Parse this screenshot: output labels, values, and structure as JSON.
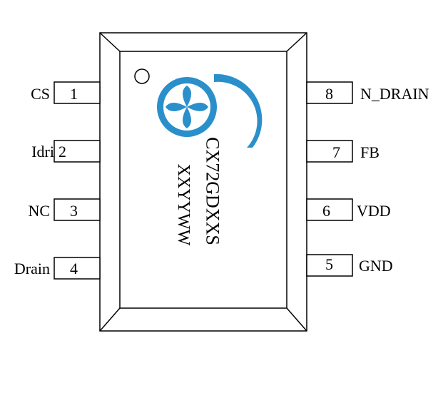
{
  "chip": {
    "part_number": "CX72GDXXS",
    "date_code": "XXYYWW",
    "logo_color": "#2a8fcb"
  },
  "pins_left": [
    {
      "number": "1",
      "name": "CS"
    },
    {
      "number": "2",
      "name": "Idri"
    },
    {
      "number": "3",
      "name": "NC"
    },
    {
      "number": "4",
      "name": "Drain"
    }
  ],
  "pins_right": [
    {
      "number": "8",
      "name": "N_DRAIN"
    },
    {
      "number": "7",
      "name": "FB"
    },
    {
      "number": "6",
      "name": "VDD"
    },
    {
      "number": "5",
      "name": "GND"
    }
  ]
}
